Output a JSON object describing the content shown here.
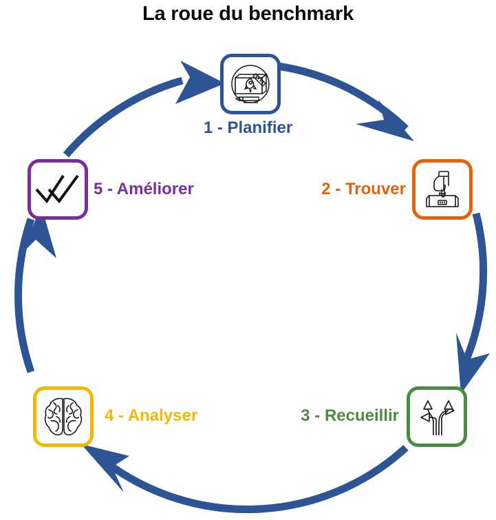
{
  "diagram": {
    "title": "La roue du benchmark",
    "type": "cycle-wheel",
    "title_color": "#0b0b0b",
    "background_color": "#ffffff",
    "arrow_color": "#2d5596",
    "steps": [
      {
        "number": "1",
        "label": "1 - Planifier",
        "color": "#2d5596",
        "icon": "rocket-blueprint-icon",
        "position": "top"
      },
      {
        "number": "2",
        "label": "2 - Trouver",
        "color": "#e2620d",
        "icon": "hand-pointing-box-icon",
        "position": "right-upper"
      },
      {
        "number": "3",
        "label": "3 - Recueillir",
        "color": "#4c8c3f",
        "icon": "branching-arrows-icon",
        "position": "right-lower"
      },
      {
        "number": "4",
        "label": "4 - Analyser",
        "color": "#f5b800",
        "icon": "brain-icon",
        "position": "left-lower"
      },
      {
        "number": "5",
        "label": "5 - Améliorer",
        "color": "#7b2d9e",
        "icon": "double-checkmark-icon",
        "position": "left-upper"
      }
    ]
  }
}
